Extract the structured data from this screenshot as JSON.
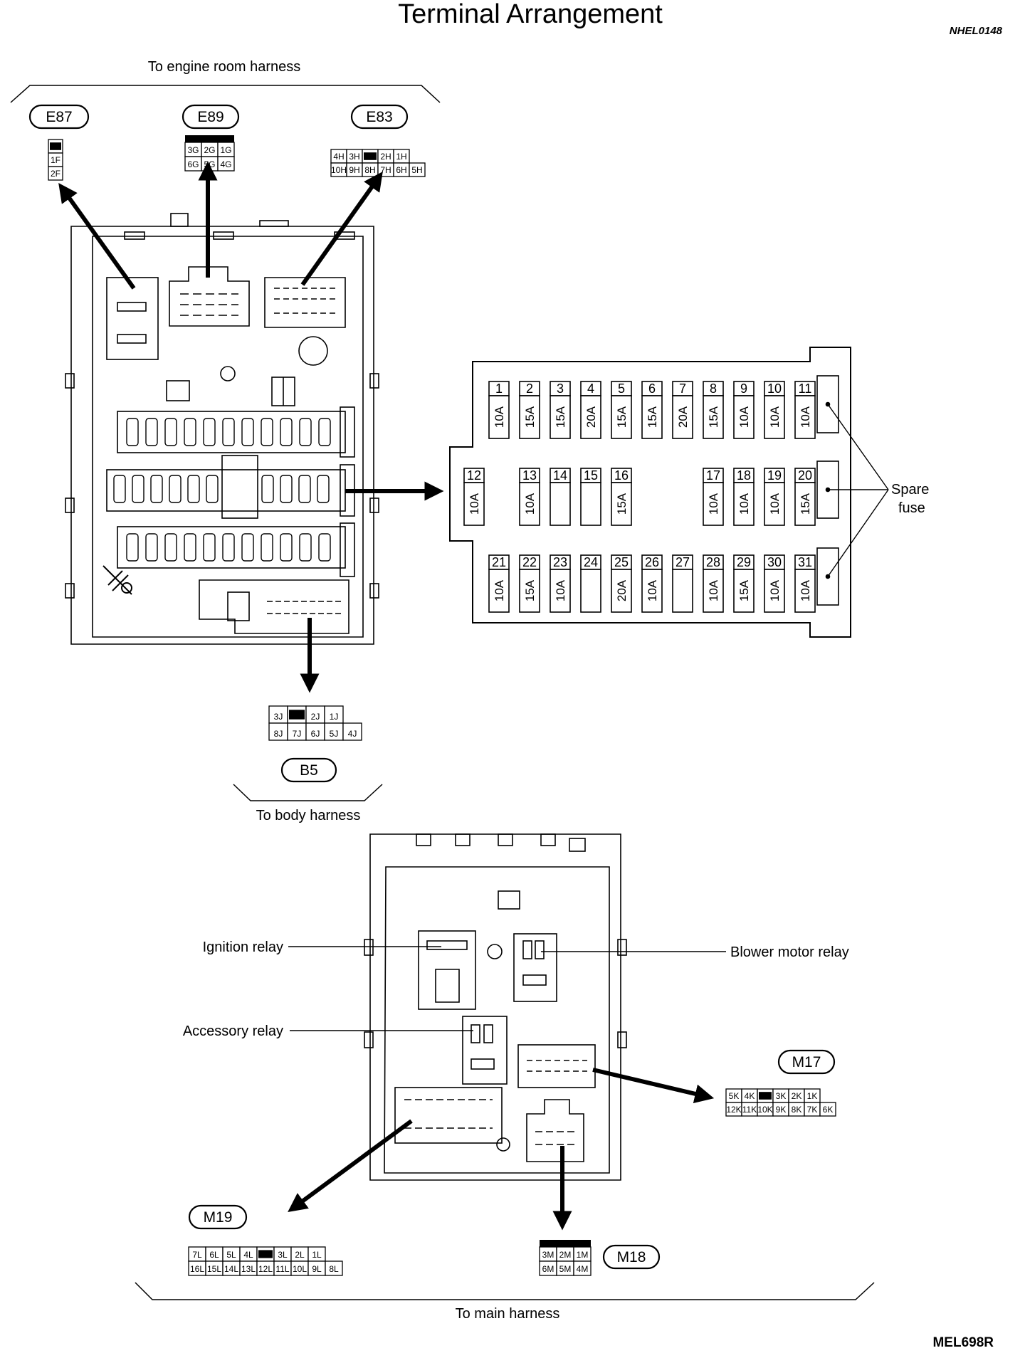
{
  "title": "Terminal Arrangement",
  "ref_top": "NHEL0148",
  "ref_bottom": "MEL698R",
  "harness": {
    "engine": "To engine room harness",
    "body": "To body harness",
    "main": "To main harness"
  },
  "connectors": {
    "E87": {
      "id": "E87",
      "rows": [
        [
          "■"
        ],
        [
          "1F"
        ],
        [
          "2F"
        ]
      ]
    },
    "E89": {
      "id": "E89",
      "rows": [
        [
          "3G",
          "2G",
          "1G"
        ],
        [
          "6G",
          "5G",
          "4G"
        ]
      ]
    },
    "E83": {
      "id": "E83",
      "rows": [
        [
          "4H",
          "3H",
          "■",
          "2H",
          "1H"
        ],
        [
          "10H",
          "9H",
          "8H",
          "7H",
          "6H",
          "5H"
        ]
      ]
    },
    "B5": {
      "id": "B5",
      "rows": [
        [
          "3J",
          "■",
          "2J",
          "1J"
        ],
        [
          "8J",
          "7J",
          "6J",
          "5J",
          "4J"
        ]
      ]
    },
    "M17": {
      "id": "M17",
      "rows": [
        [
          "5K",
          "4K",
          "■",
          "3K",
          "2K",
          "1K"
        ],
        [
          "12K",
          "11K",
          "10K",
          "9K",
          "8K",
          "7K",
          "6K"
        ]
      ]
    },
    "M18": {
      "id": "M18",
      "rows": [
        [
          "3M",
          "2M",
          "1M"
        ],
        [
          "6M",
          "5M",
          "4M"
        ]
      ]
    },
    "M19": {
      "id": "M19",
      "rows": [
        [
          "7L",
          "6L",
          "5L",
          "4L",
          "■",
          "3L",
          "2L",
          "1L"
        ],
        [
          "16L",
          "15L",
          "14L",
          "13L",
          "12L",
          "11L",
          "10L",
          "9L",
          "8L"
        ]
      ]
    }
  },
  "fuses": [
    {
      "n": "1",
      "amp": "10A"
    },
    {
      "n": "2",
      "amp": "15A"
    },
    {
      "n": "3",
      "amp": "15A"
    },
    {
      "n": "4",
      "amp": "20A"
    },
    {
      "n": "5",
      "amp": "15A"
    },
    {
      "n": "6",
      "amp": "15A"
    },
    {
      "n": "7",
      "amp": "20A"
    },
    {
      "n": "8",
      "amp": "15A"
    },
    {
      "n": "9",
      "amp": "10A"
    },
    {
      "n": "10",
      "amp": "10A"
    },
    {
      "n": "11",
      "amp": "10A"
    },
    {
      "n": "12",
      "amp": "10A"
    },
    {
      "n": "13",
      "amp": "10A"
    },
    {
      "n": "14",
      "amp": ""
    },
    {
      "n": "15",
      "amp": ""
    },
    {
      "n": "16",
      "amp": "15A"
    },
    {
      "n": "17",
      "amp": "10A"
    },
    {
      "n": "18",
      "amp": "10A"
    },
    {
      "n": "19",
      "amp": "10A"
    },
    {
      "n": "20",
      "amp": "15A"
    },
    {
      "n": "21",
      "amp": "10A"
    },
    {
      "n": "22",
      "amp": "15A"
    },
    {
      "n": "23",
      "amp": "10A"
    },
    {
      "n": "24",
      "amp": ""
    },
    {
      "n": "25",
      "amp": "20A"
    },
    {
      "n": "26",
      "amp": "10A"
    },
    {
      "n": "27",
      "amp": ""
    },
    {
      "n": "28",
      "amp": "10A"
    },
    {
      "n": "29",
      "amp": "15A"
    },
    {
      "n": "30",
      "amp": "10A"
    },
    {
      "n": "31",
      "amp": "10A"
    }
  ],
  "spare_fuse": [
    "Spare",
    "fuse"
  ],
  "relays": {
    "ignition": "Ignition relay",
    "accessory": "Accessory relay",
    "blower": "Blower motor relay"
  },
  "icons": {
    "arrow": "arrow-icon",
    "fuse_puller": "fuse-puller-icon"
  }
}
